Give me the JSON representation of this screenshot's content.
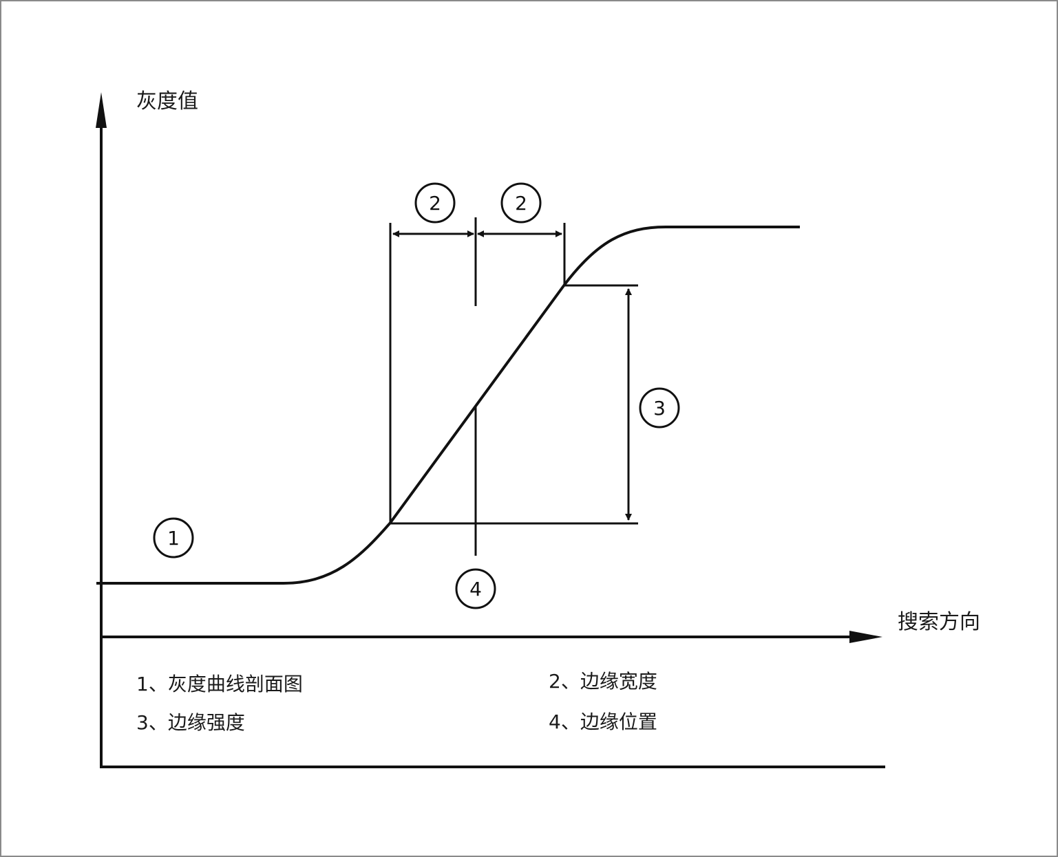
{
  "axes": {
    "y_label": "灰度值",
    "x_label": "搜索方向"
  },
  "markers": {
    "profile": "1",
    "width_left": "2",
    "width_right": "2",
    "strength": "3",
    "position": "4"
  },
  "legend": [
    "1、灰度曲线剖面图",
    "2、边缘宽度",
    "3、边缘强度",
    "4、边缘位置"
  ],
  "colors": {
    "line": "#111111",
    "border": "#8a8a8a",
    "background": "#ffffff"
  }
}
